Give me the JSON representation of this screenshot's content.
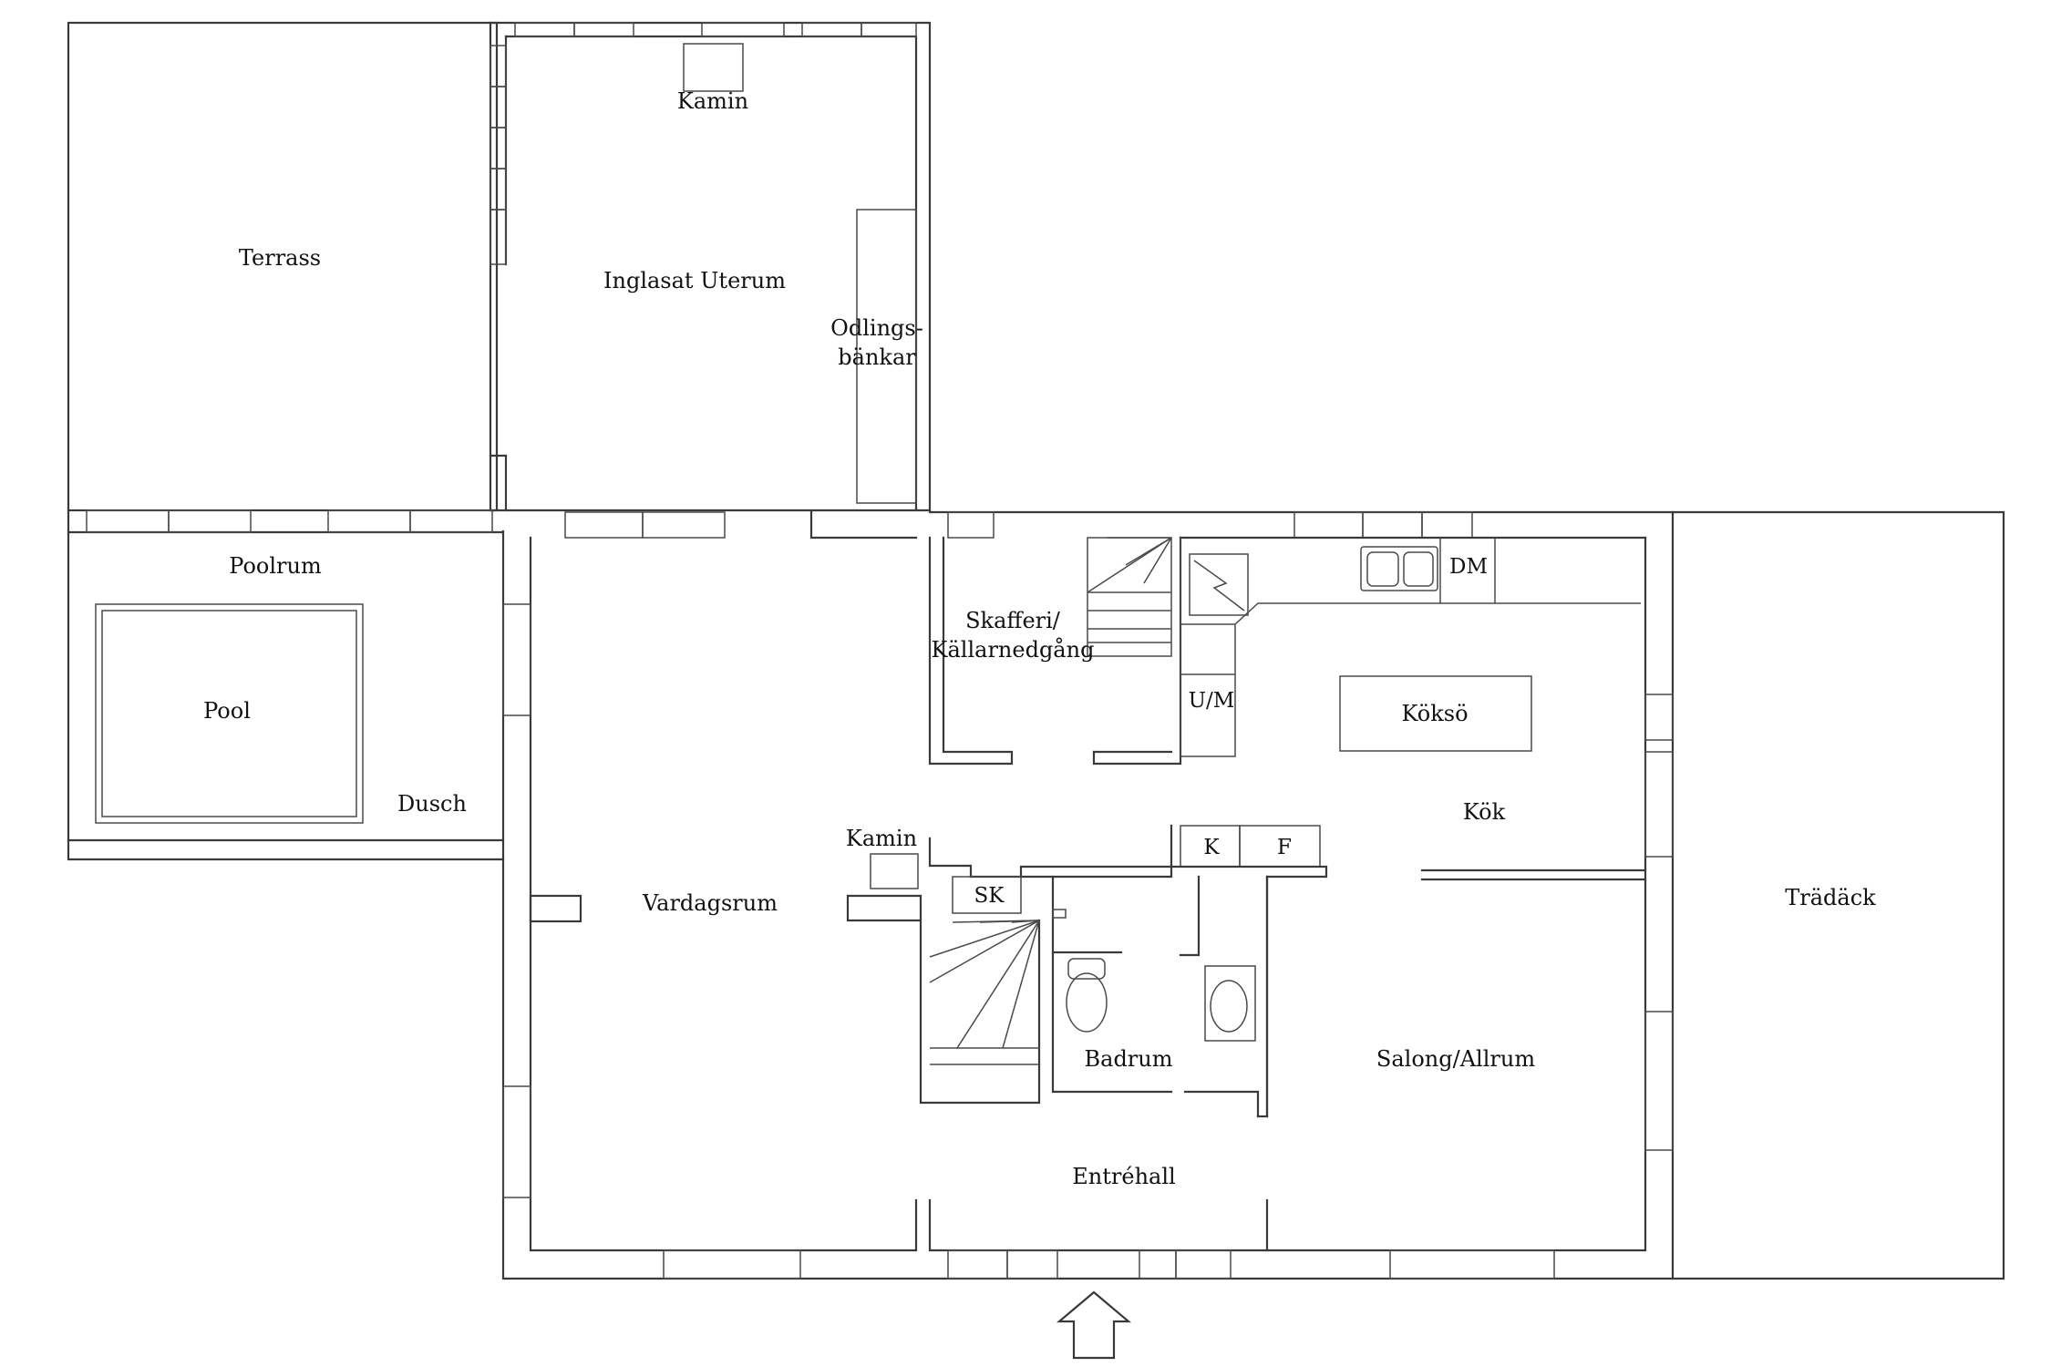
{
  "rooms": {
    "terrass": "Terrass",
    "kamin_uterum": "Kamin",
    "uterum": "Inglasat Uterum",
    "odlings_1": "Odlings-",
    "odlings_2": "bänkar",
    "poolrum": "Poolrum",
    "pool": "Pool",
    "dusch": "Dusch",
    "skafferi_1": "Skafferi/",
    "skafferi_2": "Källarnedgång",
    "dm": "DM",
    "um": "U/M",
    "kokso": "Köksö",
    "kok": "Kök",
    "kamin_vardag": "Kamin",
    "k": "K",
    "f": "F",
    "sk": "SK",
    "vardagsrum": "Vardagsrum",
    "badrum": "Badrum",
    "salong": "Salong/Allrum",
    "tradack": "Trädäck",
    "entrehall": "Entréhall"
  },
  "colors": {
    "wall": "#3a3a3a",
    "text": "#111111",
    "background": "#ffffff"
  },
  "icons": [
    "entrance-arrow-icon",
    "toilet-icon",
    "sink-icon",
    "double-sink-icon",
    "stove-icon",
    "stairs-icon"
  ]
}
